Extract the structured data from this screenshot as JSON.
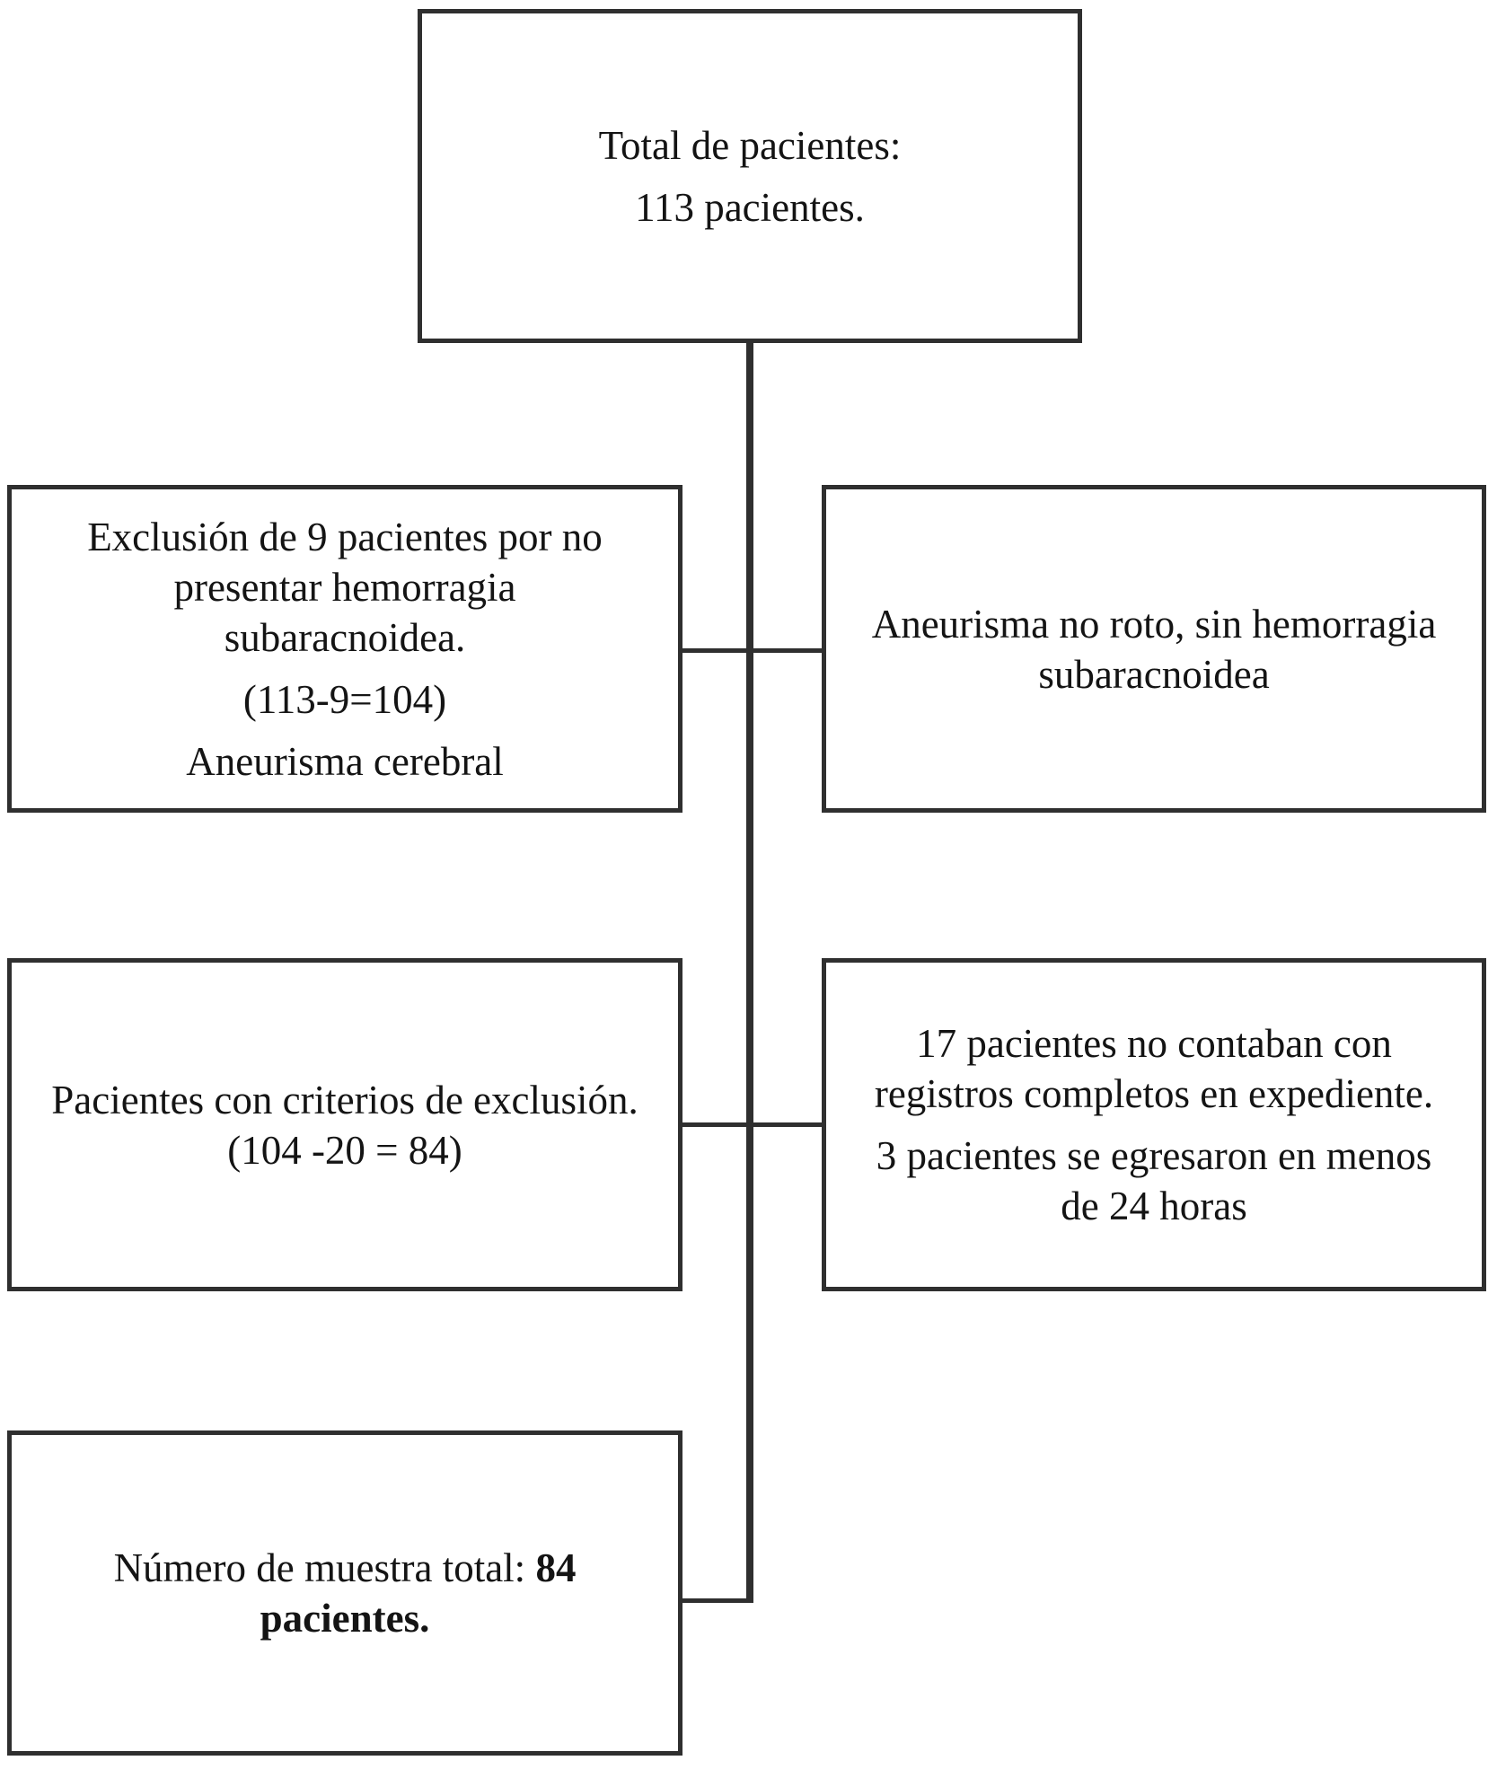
{
  "boxes": {
    "total": {
      "lines": [
        "Total de pacientes:",
        "113 pacientes."
      ]
    },
    "exclusion1": {
      "lines": [
        "Exclusión de 9 pacientes por no",
        "presentar hemorragia",
        "subaracnoidea.",
        "(113-9=104)",
        "Aneurisma cerebral"
      ]
    },
    "reason1": {
      "lines": [
        "Aneurisma no roto, sin hemorragia",
        "subaracnoidea"
      ]
    },
    "exclusion2": {
      "lines": [
        "Pacientes con criterios de exclusión.",
        "(104 -20 = 84)"
      ]
    },
    "reason2": {
      "lines": [
        "17 pacientes no contaban con",
        "registros completos en expediente.",
        "3 pacientes se egresaron en menos",
        "de 24 horas"
      ]
    },
    "final": {
      "line1_regular": "Número de muestra total: ",
      "line1_bold": "84",
      "line2_bold": "pacientes."
    }
  },
  "colors": {
    "border": "#2f2f2f",
    "text": "#141414",
    "background": "#ffffff"
  }
}
